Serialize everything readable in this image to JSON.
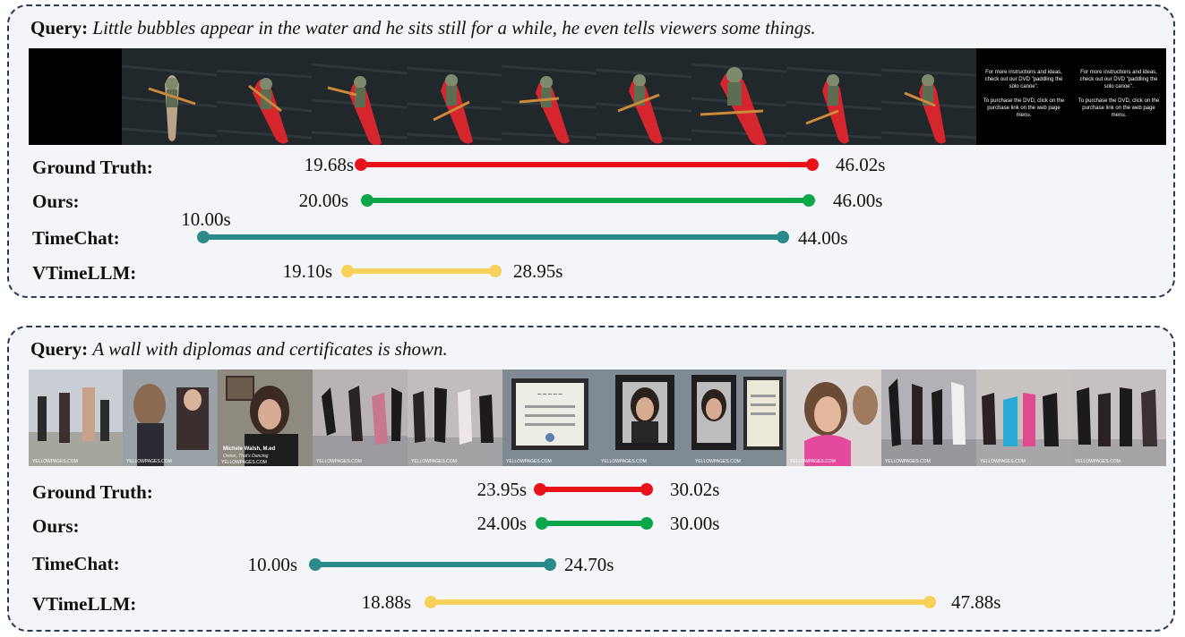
{
  "panels": [
    {
      "query_label": "Query:",
      "query_text": "Little bubbles appear in the water and he sits still for a while, he even tells viewers some things.",
      "dvd_text_lines": [
        "For more instructions and ideas,",
        "check out our DVD \"paddling the",
        "solo canoe\".",
        "",
        "To purchase the DVD, click on the",
        "purchase link on the web page",
        "menu."
      ],
      "rows": [
        {
          "label": "Ground Truth:",
          "start": "19.68s",
          "end": "46.02s",
          "color": "#e8121b"
        },
        {
          "label": "Ours:",
          "start": "20.00s",
          "end": "46.00s",
          "color": "#0aa64a"
        },
        {
          "label": "TimeChat:",
          "start": "10.00s",
          "end": "44.00s",
          "color": "#2b8a8a"
        },
        {
          "label": "VTimeLLM:",
          "start": "19.10s",
          "end": "28.95s",
          "color": "#f7d15a"
        }
      ]
    },
    {
      "query_label": "Query:",
      "query_text": "A wall with diplomas and certificates is shown.",
      "watermark": "YELLOWPAGES.COM",
      "caption_name": "Michele Walsh, M.ed",
      "caption_role": "Owner, That's Dancing",
      "rows": [
        {
          "label": "Ground Truth:",
          "start": "23.95s",
          "end": "30.02s",
          "color": "#e8121b"
        },
        {
          "label": "Ours:",
          "start": "24.00s",
          "end": "30.00s",
          "color": "#0aa64a"
        },
        {
          "label": "TimeChat:",
          "start": "10.00s",
          "end": "24.70s",
          "color": "#2b8a8a"
        },
        {
          "label": "VTimeLLM:",
          "start": "18.88s",
          "end": "47.88s",
          "color": "#f7d15a"
        }
      ]
    }
  ]
}
